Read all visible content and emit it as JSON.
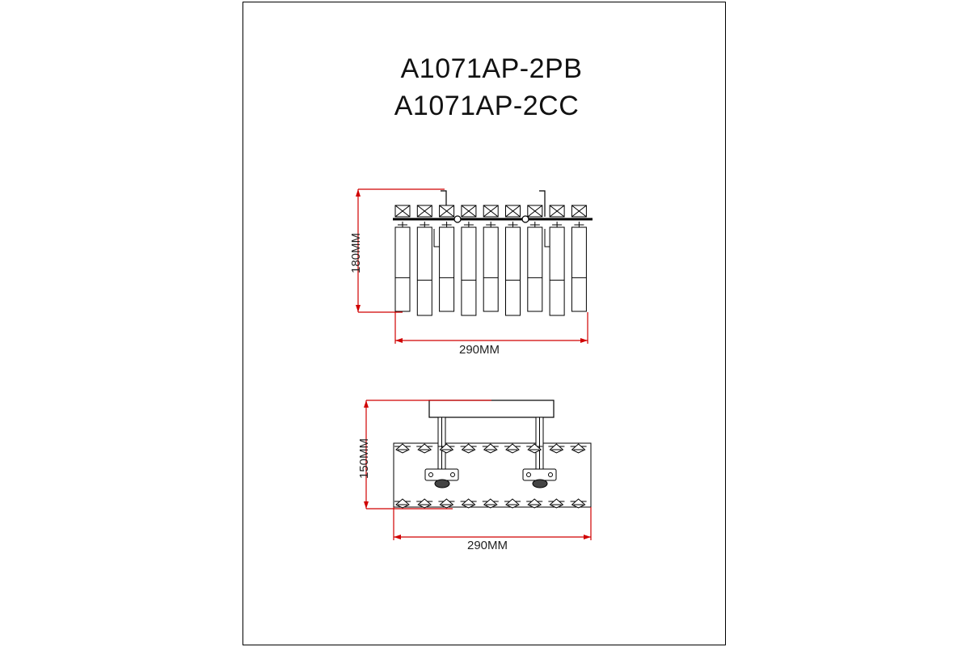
{
  "titles": {
    "model_1": "A1071AP-2PB",
    "model_2": "A1071AP-2CC"
  },
  "front_view": {
    "height_label": "180MM",
    "width_label": "290MM",
    "crystal_columns": 9
  },
  "top_view": {
    "depth_label": "150MM",
    "width_label": "290MM",
    "crystal_columns": 9
  },
  "colors": {
    "line": "#000000",
    "dimension": "#d00000"
  }
}
